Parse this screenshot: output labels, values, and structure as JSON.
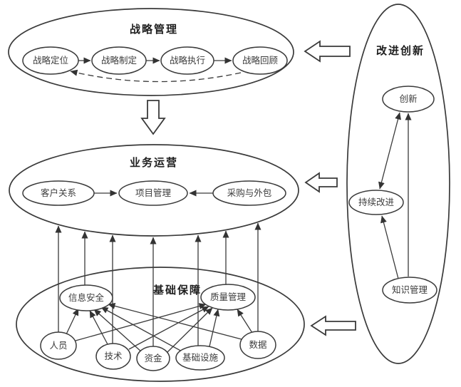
{
  "diagram": {
    "strategy": {
      "title": "战略管理",
      "nodes": [
        "战略定位",
        "战略制定",
        "战略执行",
        "战略回顾"
      ]
    },
    "operations": {
      "title": "业务运营",
      "nodes": [
        "客户关系",
        "项目管理",
        "采购与外包"
      ]
    },
    "foundation": {
      "title": "基础保障",
      "support_nodes": [
        "信息安全",
        "质量管理"
      ],
      "resource_nodes": [
        "人员",
        "技术",
        "资金",
        "基础设施",
        "数据"
      ]
    },
    "improvement": {
      "title": "改进创新",
      "nodes": [
        "创新",
        "持续改进",
        "知识管理"
      ]
    },
    "colors": {
      "stroke": "#3a3a3a",
      "text": "#3c3c3c",
      "title": "#1f1f1f",
      "background": "#ffffff"
    }
  }
}
